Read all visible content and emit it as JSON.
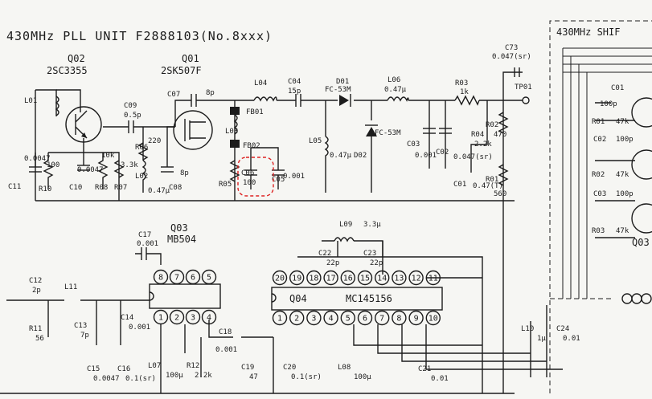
{
  "title": "430MHz PLL UNIT   F2888103(No.8xxx)",
  "right_panel_title": "430MHz SHIF",
  "transistors": {
    "q02": {
      "ref": "Q02",
      "part": "2SC3355"
    },
    "q01": {
      "ref": "Q01",
      "part": "2SK507F"
    },
    "q03_right": {
      "ref": "Q03"
    }
  },
  "ics": {
    "q03": {
      "ref": "Q03",
      "part": "MB504",
      "top_pins": [
        "8",
        "7",
        "6",
        "5"
      ],
      "bottom_pins": [
        "1",
        "2",
        "3",
        "4"
      ]
    },
    "q04": {
      "ref": "Q04",
      "part": "MC145156",
      "top_pins": [
        "20",
        "19",
        "18",
        "17",
        "16",
        "15",
        "14",
        "13",
        "12",
        "11"
      ],
      "bottom_pins": [
        "1",
        "2",
        "3",
        "4",
        "5",
        "6",
        "7",
        "8",
        "9",
        "10"
      ]
    }
  },
  "labels": {
    "l01": "L01",
    "c09": "C09",
    "c09v": "0.5p",
    "c07": "C07",
    "c07v": "8p",
    "l04": "L04",
    "c04": "C04",
    "c04v": "15p",
    "d01": "D01",
    "d01v": "FC-53M",
    "l06": "L06",
    "l06v": "0.47μ",
    "r03": "R03",
    "r03v": "1k",
    "c73": "C73",
    "c73v": "0.047(sr)",
    "tp01": "TP01",
    "fb01": "FB01",
    "fb02": "FB02",
    "l03": "L03",
    "c11": "C11",
    "c11v": "0.0047",
    "r10": "R10",
    "r10v": "100",
    "c10": "C10",
    "c10v": "0.0047",
    "r08": "R08",
    "r08v": "10k",
    "r07": "R07",
    "r07v": "3.3k",
    "r06": "R06",
    "r06v": "220",
    "l02": "L02",
    "l02v": "0.47μ",
    "c08": "C08",
    "c08v": "8p",
    "r05": "R05",
    "c06": "C06",
    "c06v": "100",
    "c05": "C05",
    "c05v": "0.001",
    "l05": "L05",
    "l05v": "0.47μ",
    "d02": "D02",
    "d02v": "FC-53M",
    "c03": "C03",
    "c03v": "0.001",
    "c02": "C02",
    "c02v": "0.047(sr)",
    "r04": "R04",
    "r04v": "2.2k",
    "c01": "C01",
    "c01v": "0.47(T)",
    "r02": "R02",
    "r02v": "470",
    "r01": "R01",
    "r01v": "560",
    "c17": "C17",
    "c17v": "0.001",
    "c12": "C12",
    "c12v": "2p",
    "l11": "L11",
    "r11": "R11",
    "r11v": "56",
    "c13": "C13",
    "c13v": "7p",
    "c14": "C14",
    "c14v": "0.001",
    "c18": "C18",
    "c18v": "0.001",
    "c15": "C15",
    "c15v": "0.0047",
    "c16": "C16",
    "c16v": "0.1(sr)",
    "l07": "L07",
    "l07v": "100μ",
    "r12": "R12",
    "r12v": "2.2k",
    "c19": "C19",
    "c19v": "47",
    "c20": "C20",
    "c20v": "0.1(sr)",
    "l08": "L08",
    "l08v": "100μ",
    "c21": "C21",
    "c21v": "0.01",
    "l09": "L09",
    "l09v": "3.3μ",
    "c22": "C22",
    "c22v": "22p",
    "c23": "C23",
    "c23v": "22p",
    "l10": "L10",
    "l10v": "1μ",
    "c24": "C24",
    "c24v": "0.01",
    "rc01": "C01",
    "rc01v": "100p",
    "rr01": "R01",
    "rr01v": "47k",
    "rc02": "C02",
    "rc02v": "100p",
    "rr02": "R02",
    "rr02v": "47k",
    "rc03": "C03",
    "rc03v": "100p",
    "rr03": "R03",
    "rr03v": "47k"
  },
  "highlight_color": "#d22222"
}
